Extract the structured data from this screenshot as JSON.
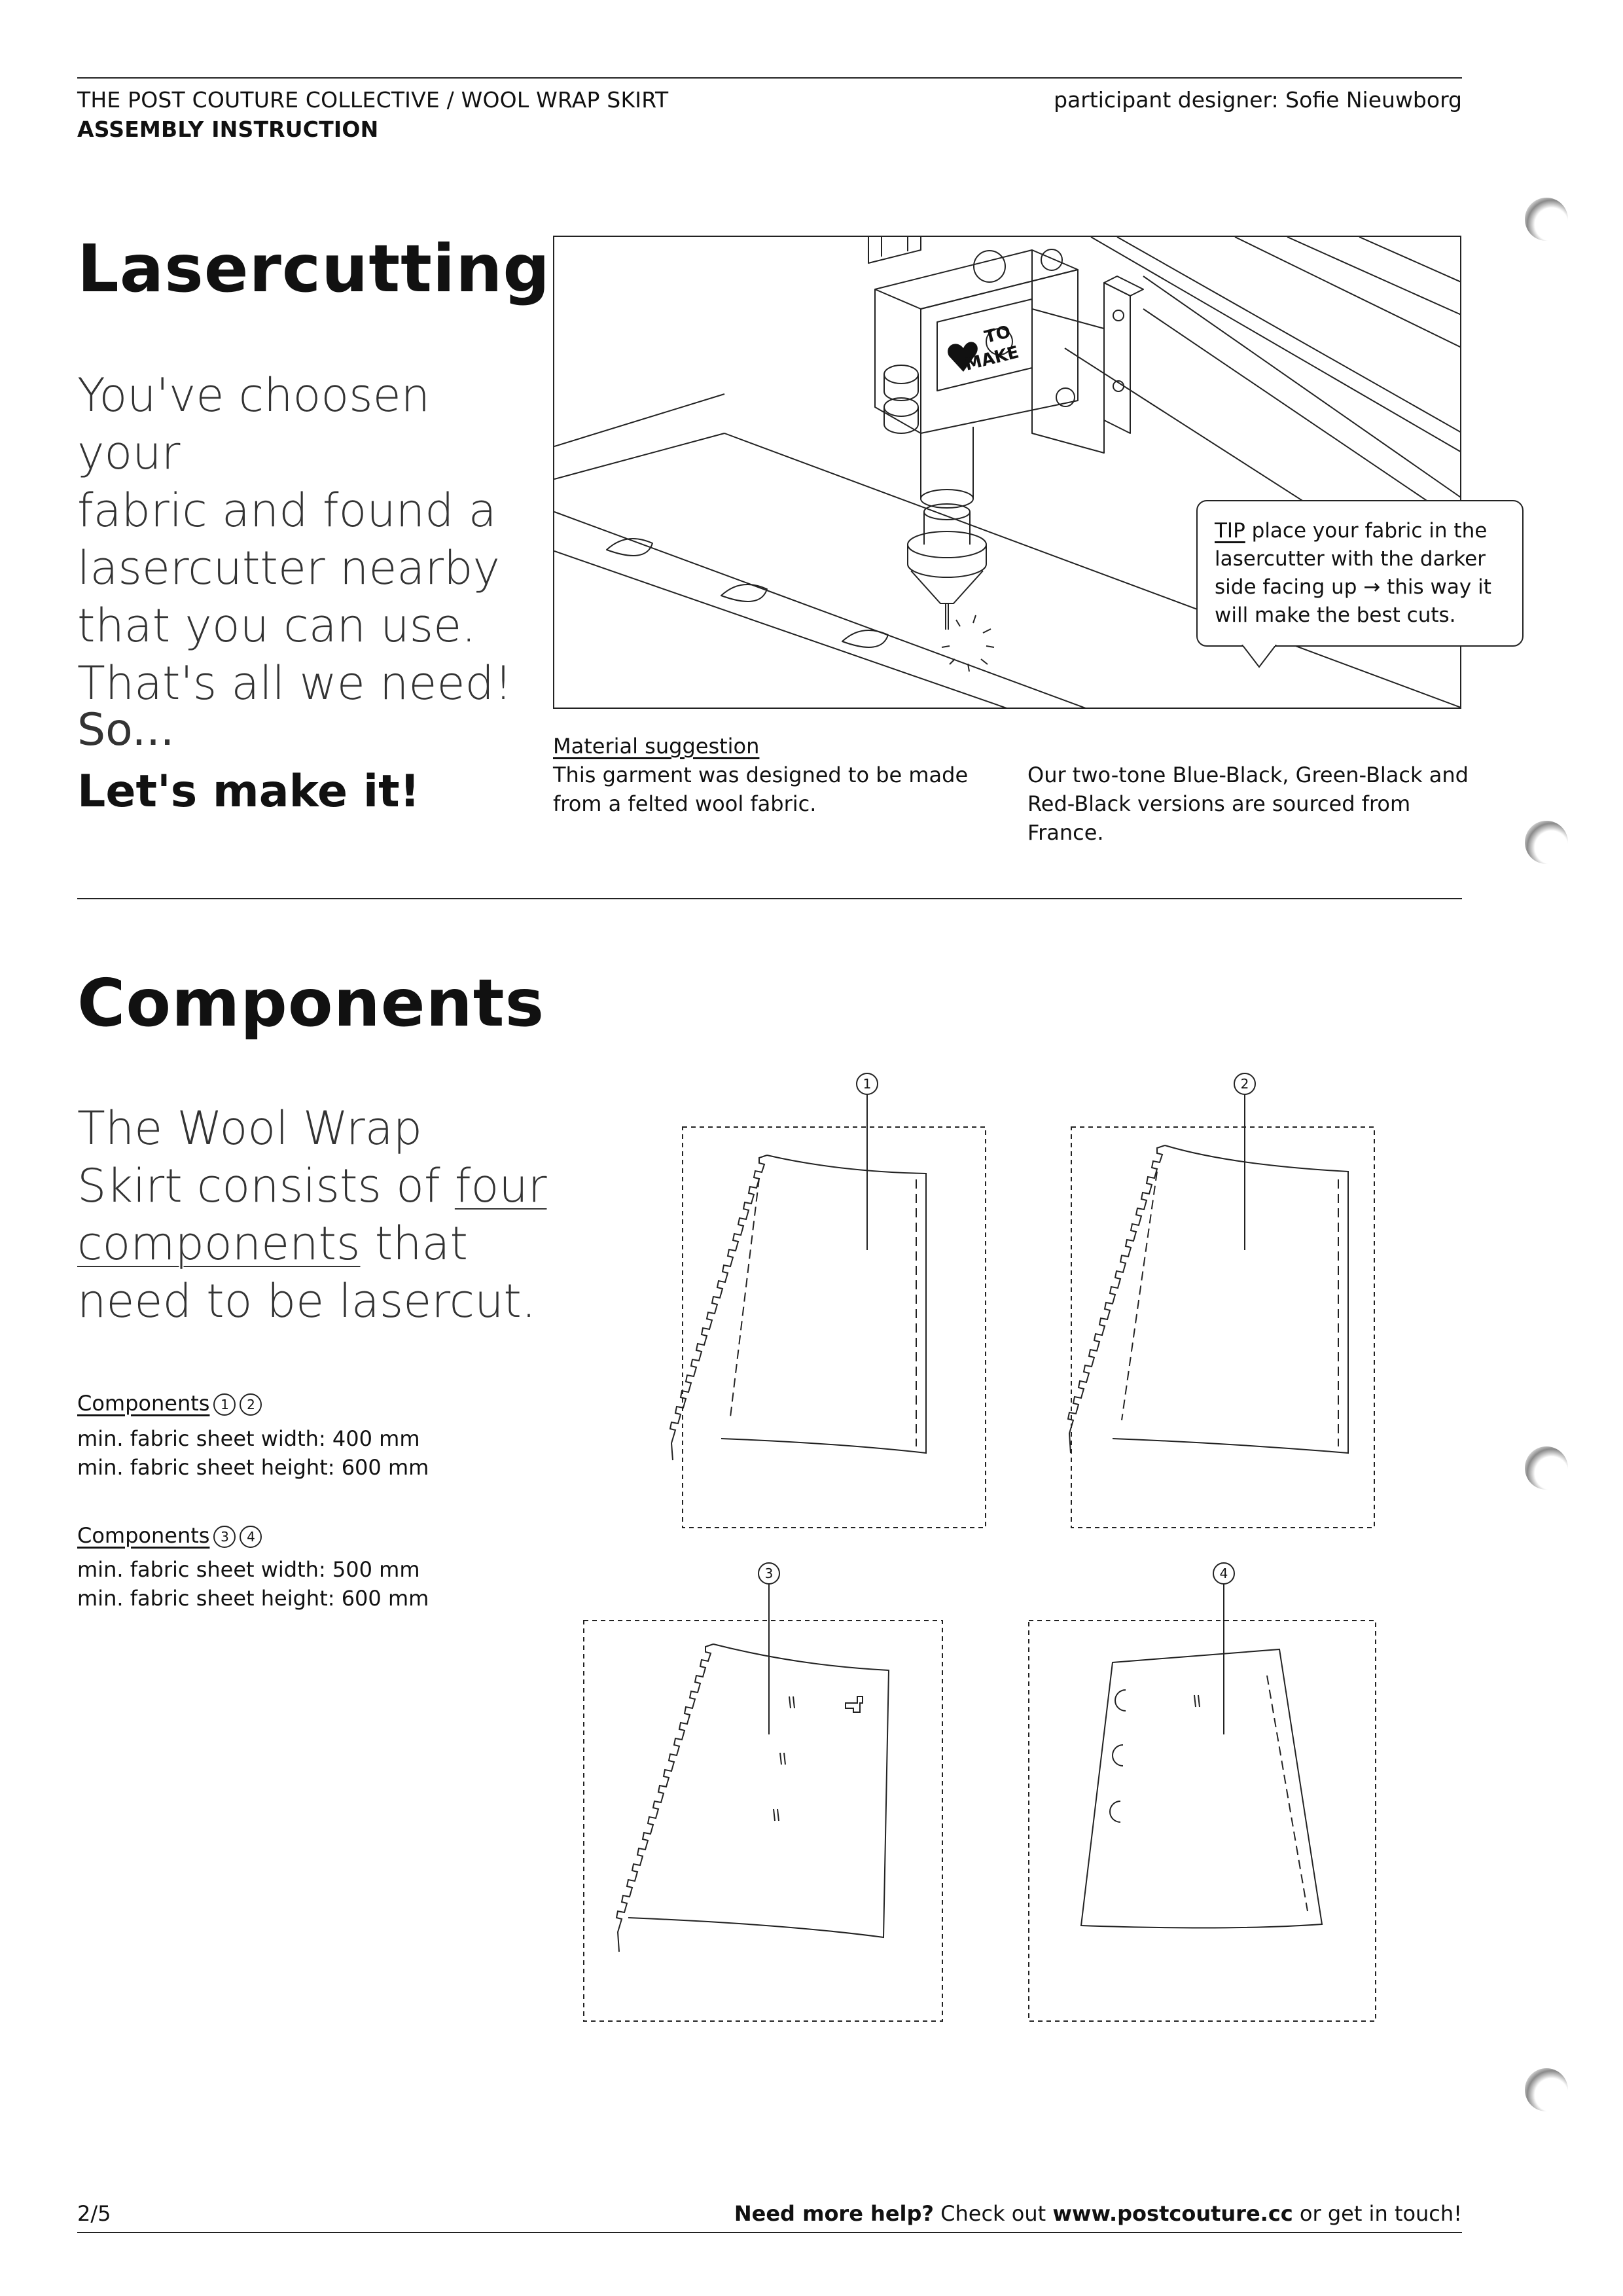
{
  "header": {
    "collective": "THE POST COUTURE COLLECTIVE",
    "separator": "/",
    "product": "WOOL WRAP SKIRT",
    "doc_type": "ASSEMBLY INSTRUCTION",
    "designer": "participant designer: Sofie Nieuwborg"
  },
  "lasercutting": {
    "title": "Lasercutting",
    "intro_line1": "You've choosen your",
    "intro_line2": "fabric and found a",
    "intro_line3": "lasercutter nearby",
    "intro_line4": "that you can use.",
    "intro_line5": "That's all we need!",
    "so": "So...",
    "cta": "Let's make it!",
    "machine_label_1": "TO",
    "machine_label_2": "MAKE",
    "tip_label": "TIP",
    "tip_text_1": "place your fabric in the",
    "tip_text_2": "lasercutter with the darker",
    "tip_text_3": "side facing up → this way it",
    "tip_text_4": "will make the best cuts.",
    "material_title": "Material suggestion",
    "material_text_1": "This garment was designed to be made",
    "material_text_2": "from a felted wool fabric.",
    "material_text_3": "Our two-tone Blue-Black, Green-Black and",
    "material_text_4": "Red-Black versions are sourced from France."
  },
  "components": {
    "title": "Components",
    "intro_line1": "The Wool Wrap",
    "intro_line2a": "Skirt consists of ",
    "intro_line2b": "four",
    "intro_line3a": "components",
    "intro_line3b": " that",
    "intro_line4": "need to be lasercut.",
    "group1_title": "Components",
    "group1_nums": [
      "1",
      "2"
    ],
    "group1_width": "min. fabric sheet width: 400 mm",
    "group1_height": "min. fabric sheet height: 600 mm",
    "group2_title": "Components",
    "group2_nums": [
      "3",
      "4"
    ],
    "group2_width": "min. fabric sheet width: 500 mm",
    "group2_height": "min. fabric sheet height: 600 mm",
    "pieces": [
      "1",
      "2",
      "3",
      "4"
    ]
  },
  "footer": {
    "page": "2/5",
    "help_bold": "Need more help?",
    "help_mid": " Check out ",
    "help_url": "www.postcouture.cc",
    "help_end": " or get in touch!"
  },
  "colors": {
    "ink": "#111111",
    "rule": "#222222",
    "muted": "#333333"
  }
}
